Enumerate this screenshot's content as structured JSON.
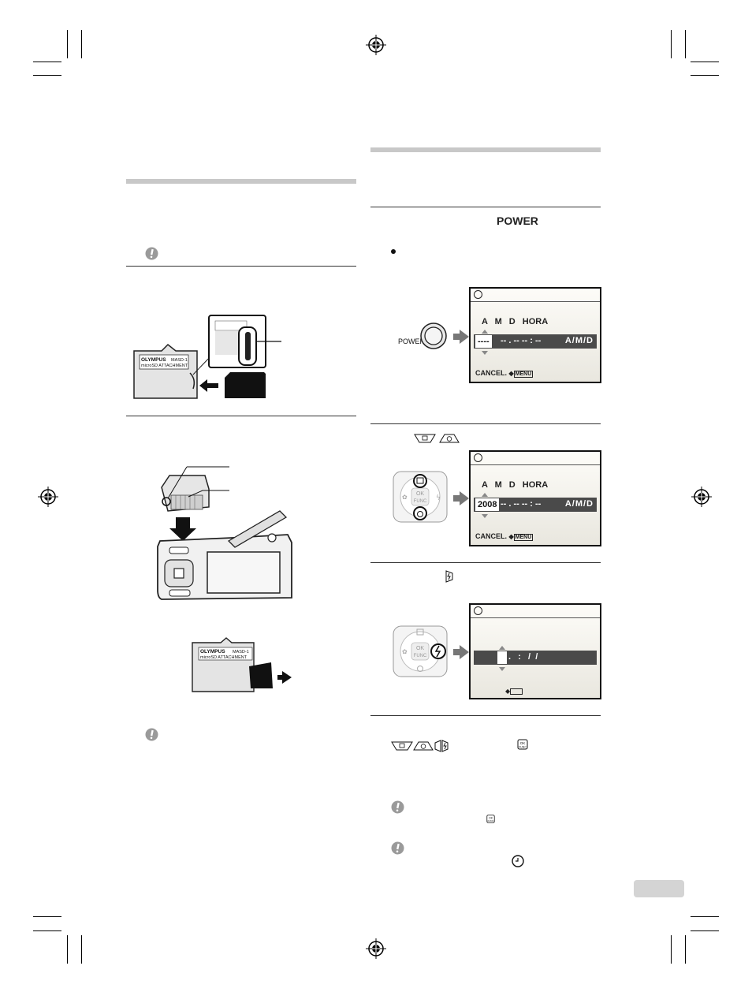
{
  "camera_buttons": {
    "power_label": "POWER",
    "power_button_caption": "POWER"
  },
  "clock_screens": [
    {
      "column_labels": "A M D HORA",
      "year_value": "----",
      "rest_value": "-- . -- -- : --",
      "format": "A/M/D",
      "cancel_text": "CANCEL.",
      "menu_label": "MENU"
    },
    {
      "column_labels": "A M D HORA",
      "year_value": "2008",
      "rest_value": "-- . -- -- : --",
      "format": "A/M/D",
      "cancel_text": "CANCEL.",
      "menu_label": "MENU"
    },
    {
      "separators": ".   :   /  /"
    }
  ],
  "card": {
    "brand": "OLYMPUS",
    "model": "MASD-1",
    "subtitle": "microSD ATTACHMENT"
  },
  "dpad": {
    "center_label_top": "OK",
    "center_label_bottom": "FUNC"
  },
  "year_example": "2008"
}
